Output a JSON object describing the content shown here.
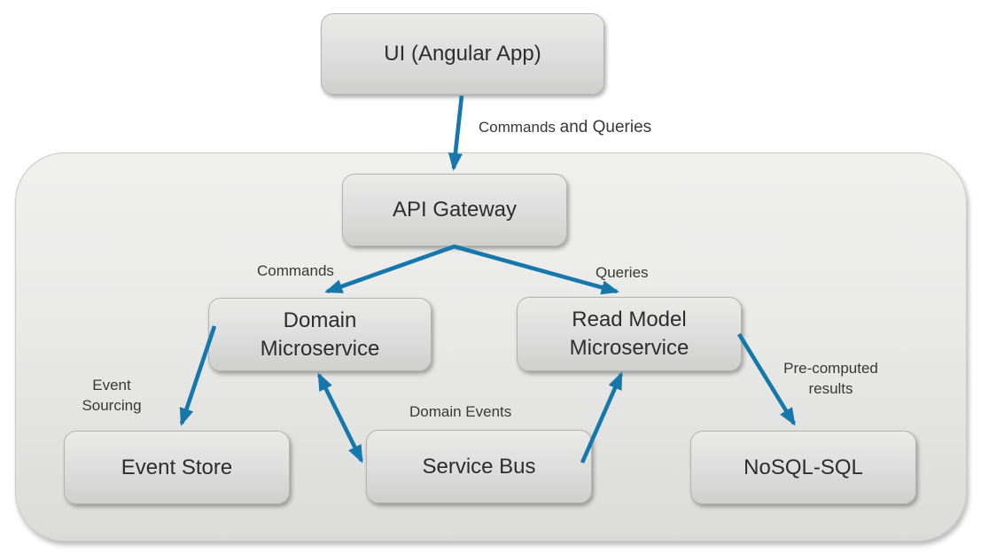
{
  "title": "CQRS microservices architecture diagram",
  "colors": {
    "arrow": "#1677ab",
    "box_fill_top": "#eaeae9",
    "box_fill_bottom": "#cfcfce",
    "boundary_fill": "#e9e9e8",
    "box_text": "#2d2d2d",
    "label_text": "#383838"
  },
  "nodes": {
    "ui": {
      "label": "UI (Angular App)"
    },
    "api_gateway": {
      "label": "API Gateway"
    },
    "domain_microservice": {
      "label": "Domain Microservice"
    },
    "read_model_microservice": {
      "label": "Read Model Microservice"
    },
    "event_store": {
      "label": "Event Store"
    },
    "service_bus": {
      "label": "Service Bus"
    },
    "nosql": {
      "label": "NoSQL-SQL"
    }
  },
  "edge_labels": {
    "commands_and_queries_part1": "Commands",
    "commands_and_queries_part2": "and Queries",
    "commands": "Commands",
    "queries": "Queries",
    "event_sourcing": "Event Sourcing",
    "domain_events": "Domain Events",
    "pre_computed_results": "Pre-computed results"
  },
  "edges": [
    {
      "from": "UI (Angular App)",
      "to": "API Gateway",
      "label": "Commands and Queries",
      "bidirectional": false
    },
    {
      "from": "API Gateway",
      "to": "Domain Microservice",
      "label": "Commands",
      "bidirectional": false
    },
    {
      "from": "API Gateway",
      "to": "Read Model Microservice",
      "label": "Queries",
      "bidirectional": false
    },
    {
      "from": "Domain Microservice",
      "to": "Event Store",
      "label": "Event Sourcing",
      "bidirectional": false
    },
    {
      "from": "Domain Microservice",
      "to": "Service Bus",
      "label": "Domain Events",
      "bidirectional": true
    },
    {
      "from": "Service Bus",
      "to": "Read Model Microservice",
      "label": "",
      "bidirectional": false
    },
    {
      "from": "Read Model Microservice",
      "to": "NoSQL-SQL",
      "label": "Pre-computed results",
      "bidirectional": false
    }
  ]
}
